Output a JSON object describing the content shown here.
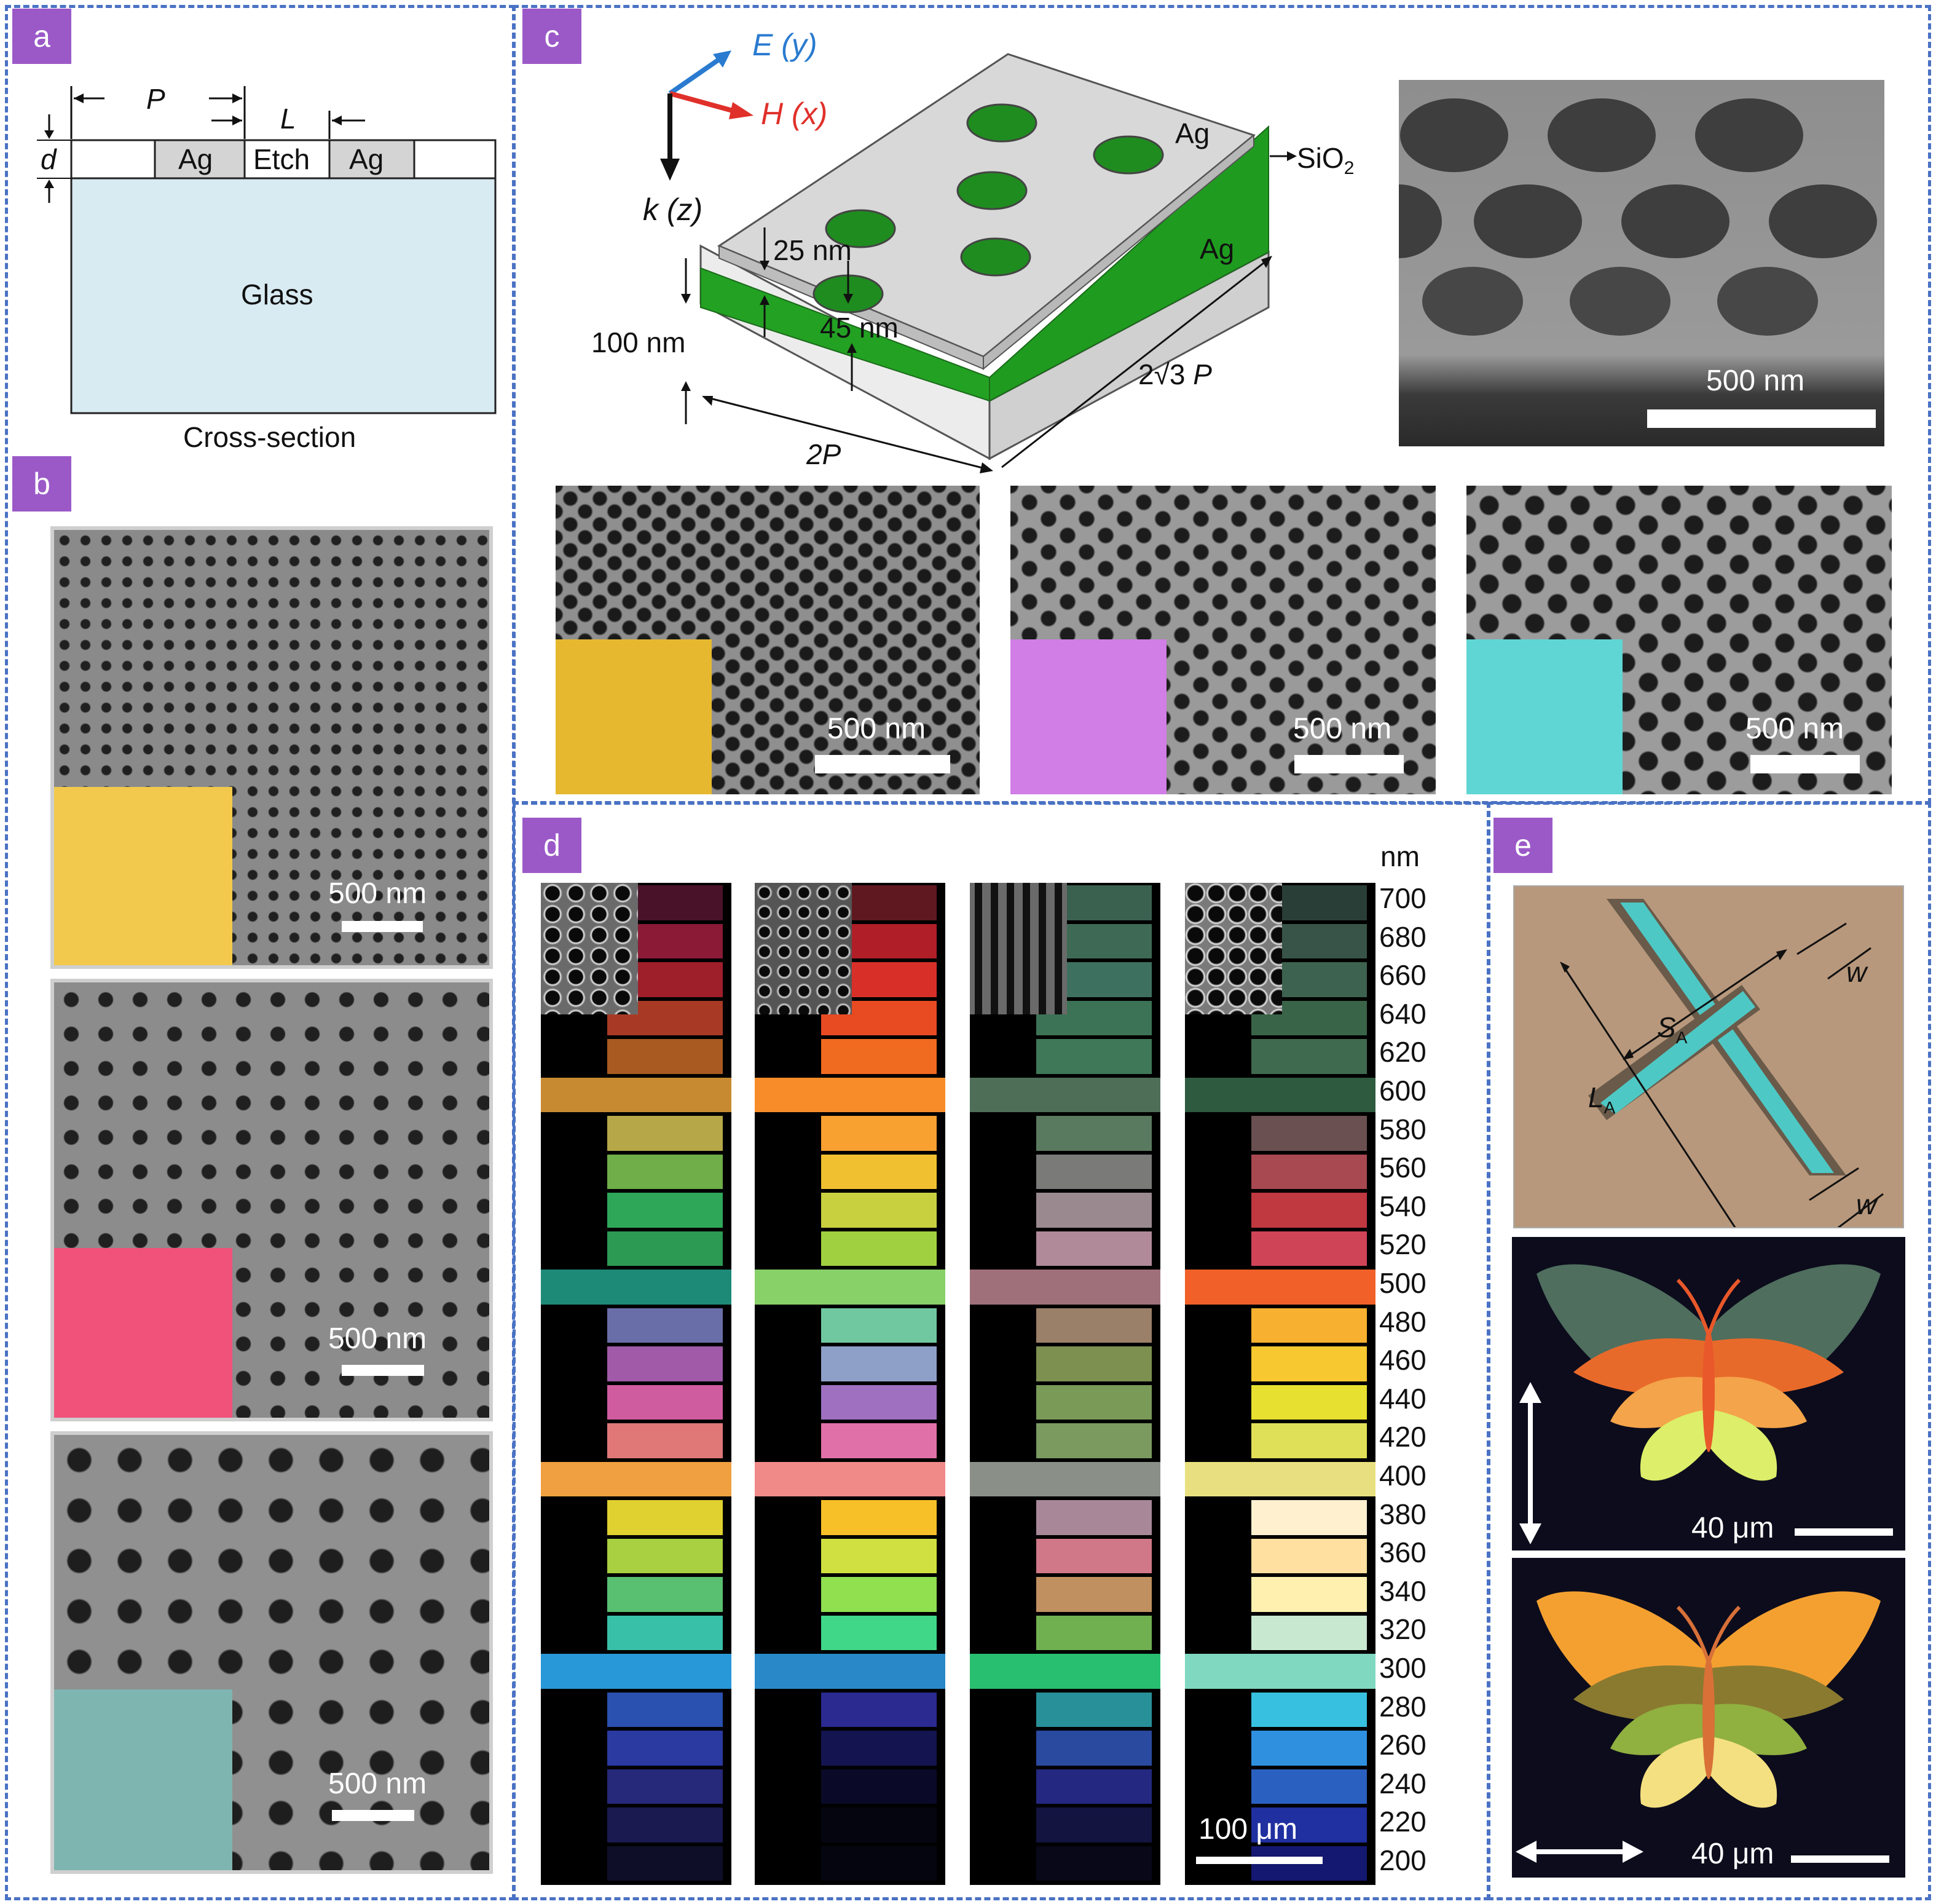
{
  "panels": {
    "a": {
      "tag": "a",
      "labels": {
        "P": "P",
        "L": "L",
        "d": "d",
        "ag_left": "Ag",
        "etch": "Etch",
        "ag_right": "Ag",
        "glass": "Glass",
        "caption": "Cross-section"
      }
    },
    "b": {
      "tag": "b",
      "images": [
        {
          "swatch_color": "#f2c94c",
          "scale": "500 nm"
        },
        {
          "swatch_color": "#f0527a",
          "scale": "500 nm"
        },
        {
          "swatch_color": "#7fb5b0",
          "scale": "500 nm"
        }
      ]
    },
    "c": {
      "tag": "c",
      "axes": {
        "e": "E (y)",
        "h": "H (x)",
        "k": "k (z)"
      },
      "labels": {
        "ag_top": "Ag",
        "sio2": "SiO",
        "sio2_sub": "2",
        "ag_bottom": "Ag",
        "t25": "25 nm",
        "t45": "45 nm",
        "t100": "100 nm",
        "width": "2P",
        "length_pre": "2√3",
        "length_p": "P"
      },
      "sem_scale": "500 nm",
      "images": [
        {
          "swatch_color": "#e6b830",
          "scale": "500 nm"
        },
        {
          "swatch_color": "#d17ee6",
          "scale": "500 nm"
        },
        {
          "swatch_color": "#5fd6d4",
          "scale": "500 nm"
        }
      ]
    },
    "d": {
      "tag": "d",
      "unit": "nm",
      "ticks": [
        "700",
        "680",
        "660",
        "640",
        "620",
        "600",
        "580",
        "560",
        "540",
        "520",
        "500",
        "480",
        "460",
        "440",
        "420",
        "400",
        "380",
        "360",
        "340",
        "320",
        "300",
        "280",
        "260",
        "240",
        "220",
        "200"
      ],
      "scale": "100 μm",
      "columns": [
        {
          "inset": "circle",
          "bands": [
            "#4a1228",
            "#8a1a35",
            "#9e1e2a",
            "#a83a25",
            "#a85a20",
            "#c88a30",
            "#b6a848",
            "#6fae48",
            "#2ea858",
            "#2c9a52",
            "#1d8a78",
            "#6a6ea8",
            "#a05aa8",
            "#d05ca0",
            "#e07878",
            "#f0a040",
            "#e0d030",
            "#a8d040",
            "#58c070",
            "#38c0a8",
            "#2898d8",
            "#2a50b0",
            "#2a3aa0",
            "#26287a",
            "#1a1a50",
            "#0e0e28"
          ]
        },
        {
          "inset": "triangle",
          "bands": [
            "#601820",
            "#b01e28",
            "#d83028",
            "#e84a22",
            "#f06a20",
            "#f88c28",
            "#f8a030",
            "#f0c030",
            "#c8d040",
            "#a0d040",
            "#88d068",
            "#70c8a0",
            "#8ea0c8",
            "#a070c0",
            "#e070a8",
            "#f08a88",
            "#f8c028",
            "#d0e040",
            "#90e050",
            "#40d888",
            "#2888c8",
            "#2a2a90",
            "#141450",
            "#0a0a28",
            "#050510",
            "#050510"
          ]
        },
        {
          "inset": "square-small",
          "bands": [
            "#3a6050",
            "#3e6a55",
            "#3e7060",
            "#3c7256",
            "#3e7858",
            "#4e6e58",
            "#5a7a60",
            "#7a7a78",
            "#9a8a90",
            "#b08a98",
            "#a0707a",
            "#9a8068",
            "#7e9050",
            "#7a9a58",
            "#7a9a60",
            "#8a9088",
            "#a88898",
            "#d07888",
            "#c09060",
            "#70b050",
            "#28c070",
            "#289098",
            "#2a4aa0",
            "#242880",
            "#141440",
            "#080818"
          ]
        },
        {
          "inset": "square-large",
          "bands": [
            "#2a3e38",
            "#385448",
            "#3e6250",
            "#3a6448",
            "#406a50",
            "#2e5a40",
            "#6a5050",
            "#a84850",
            "#c03840",
            "#d04458",
            "#f06028",
            "#f8b030",
            "#f8c830",
            "#e8e030",
            "#e0e058",
            "#e8e080",
            "#fff0d0",
            "#ffe0a0",
            "#fff0b0",
            "#c8e8d0",
            "#80d8c0",
            "#38c0e0",
            "#3090e0",
            "#2a60c0",
            "#2030a0",
            "#141870"
          ]
        }
      ]
    },
    "e": {
      "tag": "e",
      "labels": {
        "w_top": "w",
        "w_bottom": "w",
        "sa": "S",
        "sa_sub": "A",
        "la": "L",
        "la_sub": "A"
      },
      "scale_top": "40 μm",
      "scale_bottom": "40 μm",
      "butterfly_top": {
        "upper_wing": "#4f6e5e",
        "lower_wing": "#e86a2a",
        "inner_upper": "#f4a44a",
        "inner_lower": "#dcee6a",
        "body": "#e8582a"
      },
      "butterfly_bottom": {
        "upper_wing": "#f4a030",
        "lower_wing": "#8a7a30",
        "inner_upper": "#90b040",
        "inner_lower": "#f4e080",
        "body": "#d87038"
      }
    }
  }
}
